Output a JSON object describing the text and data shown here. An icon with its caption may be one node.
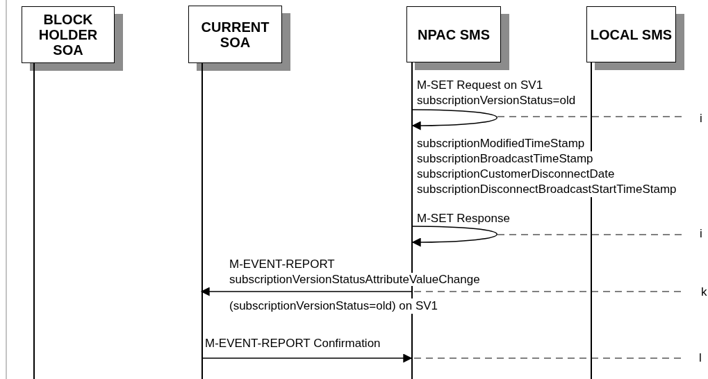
{
  "diagram": {
    "nodes": [
      {
        "text": [
          "BLOCK HOLDER SOA"
        ]
      },
      {
        "text": [
          "CURRENT SOA"
        ]
      },
      {
        "text": [
          "NPAC SMS"
        ]
      },
      {
        "text": [
          "LOCAL SMS"
        ]
      }
    ],
    "edges": [
      {
        "from": 2,
        "to": 2,
        "arrow": "to",
        "label": "M-SET Request on SV1 subscriptionVersionStatus=old"
      },
      {
        "from": 2,
        "to": 2,
        "arrow": "to",
        "label": "M-SET Response"
      },
      {
        "from": 2,
        "to": 1,
        "arrow": "to",
        "label": "M-EVENT-REPORT subscriptionVersionStatusAttributeValueChange"
      },
      {
        "from": 1,
        "to": 2,
        "arrow": "to",
        "label": "M-EVENT-REPORT Confirmation"
      }
    ],
    "labels": [
      "i",
      "subscriptionModifiedTimeStamp",
      "subscriptionBroadcastTimeStamp",
      "subscriptionCustomerDisconnectDate",
      "subscriptionDisconnectBroadcastStartTimeStamp",
      "i",
      "k",
      "(subscriptionVersionStatus=old) on SV1",
      "l"
    ]
  }
}
